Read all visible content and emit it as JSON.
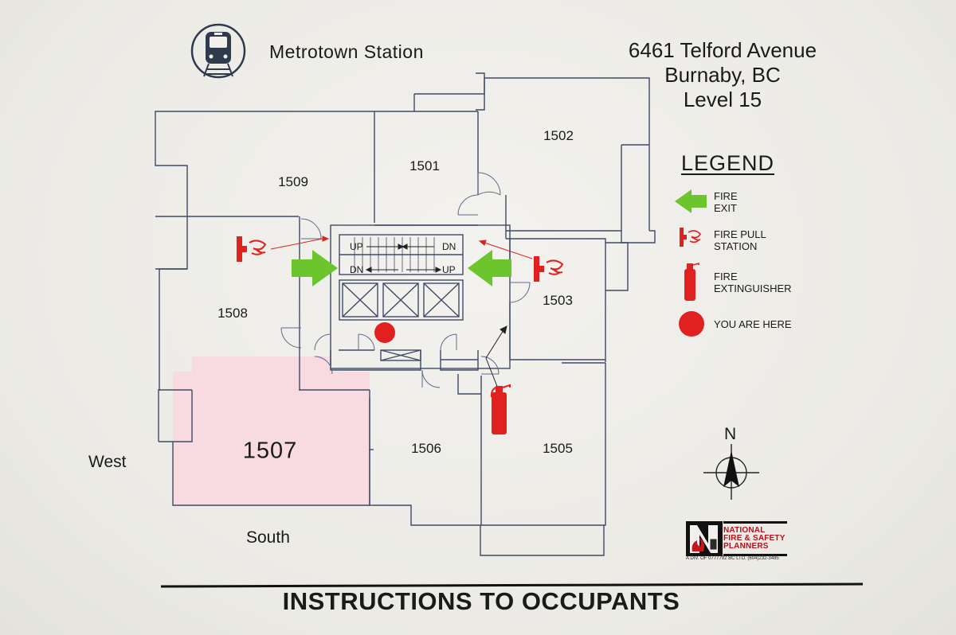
{
  "header": {
    "station_name": "Metrotown Station",
    "address_line1": "6461 Telford Avenue",
    "address_line2": "Burnaby, BC",
    "address_line3": "Level 15"
  },
  "legend": {
    "title": "LEGEND",
    "fire_exit_line1": "FIRE",
    "fire_exit_line2": "EXIT",
    "pull_station_line1": "FIRE PULL",
    "pull_station_line2": "STATION",
    "extinguisher_line1": "FIRE",
    "extinguisher_line2": "EXTINGUISHER",
    "you_are_here": "YOU ARE HERE"
  },
  "rooms": {
    "r1501": "1501",
    "r1502": "1502",
    "r1503": "1503",
    "r1505": "1505",
    "r1506": "1506",
    "r1507": "1507",
    "r1508": "1508",
    "r1509": "1509"
  },
  "stairs": {
    "up_left": "UP",
    "dn_right": "DN",
    "dn_left": "DN",
    "up_right": "UP"
  },
  "directions": {
    "west": "West",
    "south": "South",
    "north": "N"
  },
  "company": {
    "line1": "NATIONAL",
    "line2": "FIRE & SAFETY",
    "line3": "PLANNERS",
    "subline": "A DIV. OF 0777792 BC LTD. (604)232-3485"
  },
  "footer": {
    "title": "INSTRUCTIONS TO OCCUPANTS"
  },
  "colors": {
    "wall": "#3f4a66",
    "exit_arrow": "#6cc52d",
    "fire_red": "#e0211f",
    "highlight_unit": "#f7dbe0"
  }
}
